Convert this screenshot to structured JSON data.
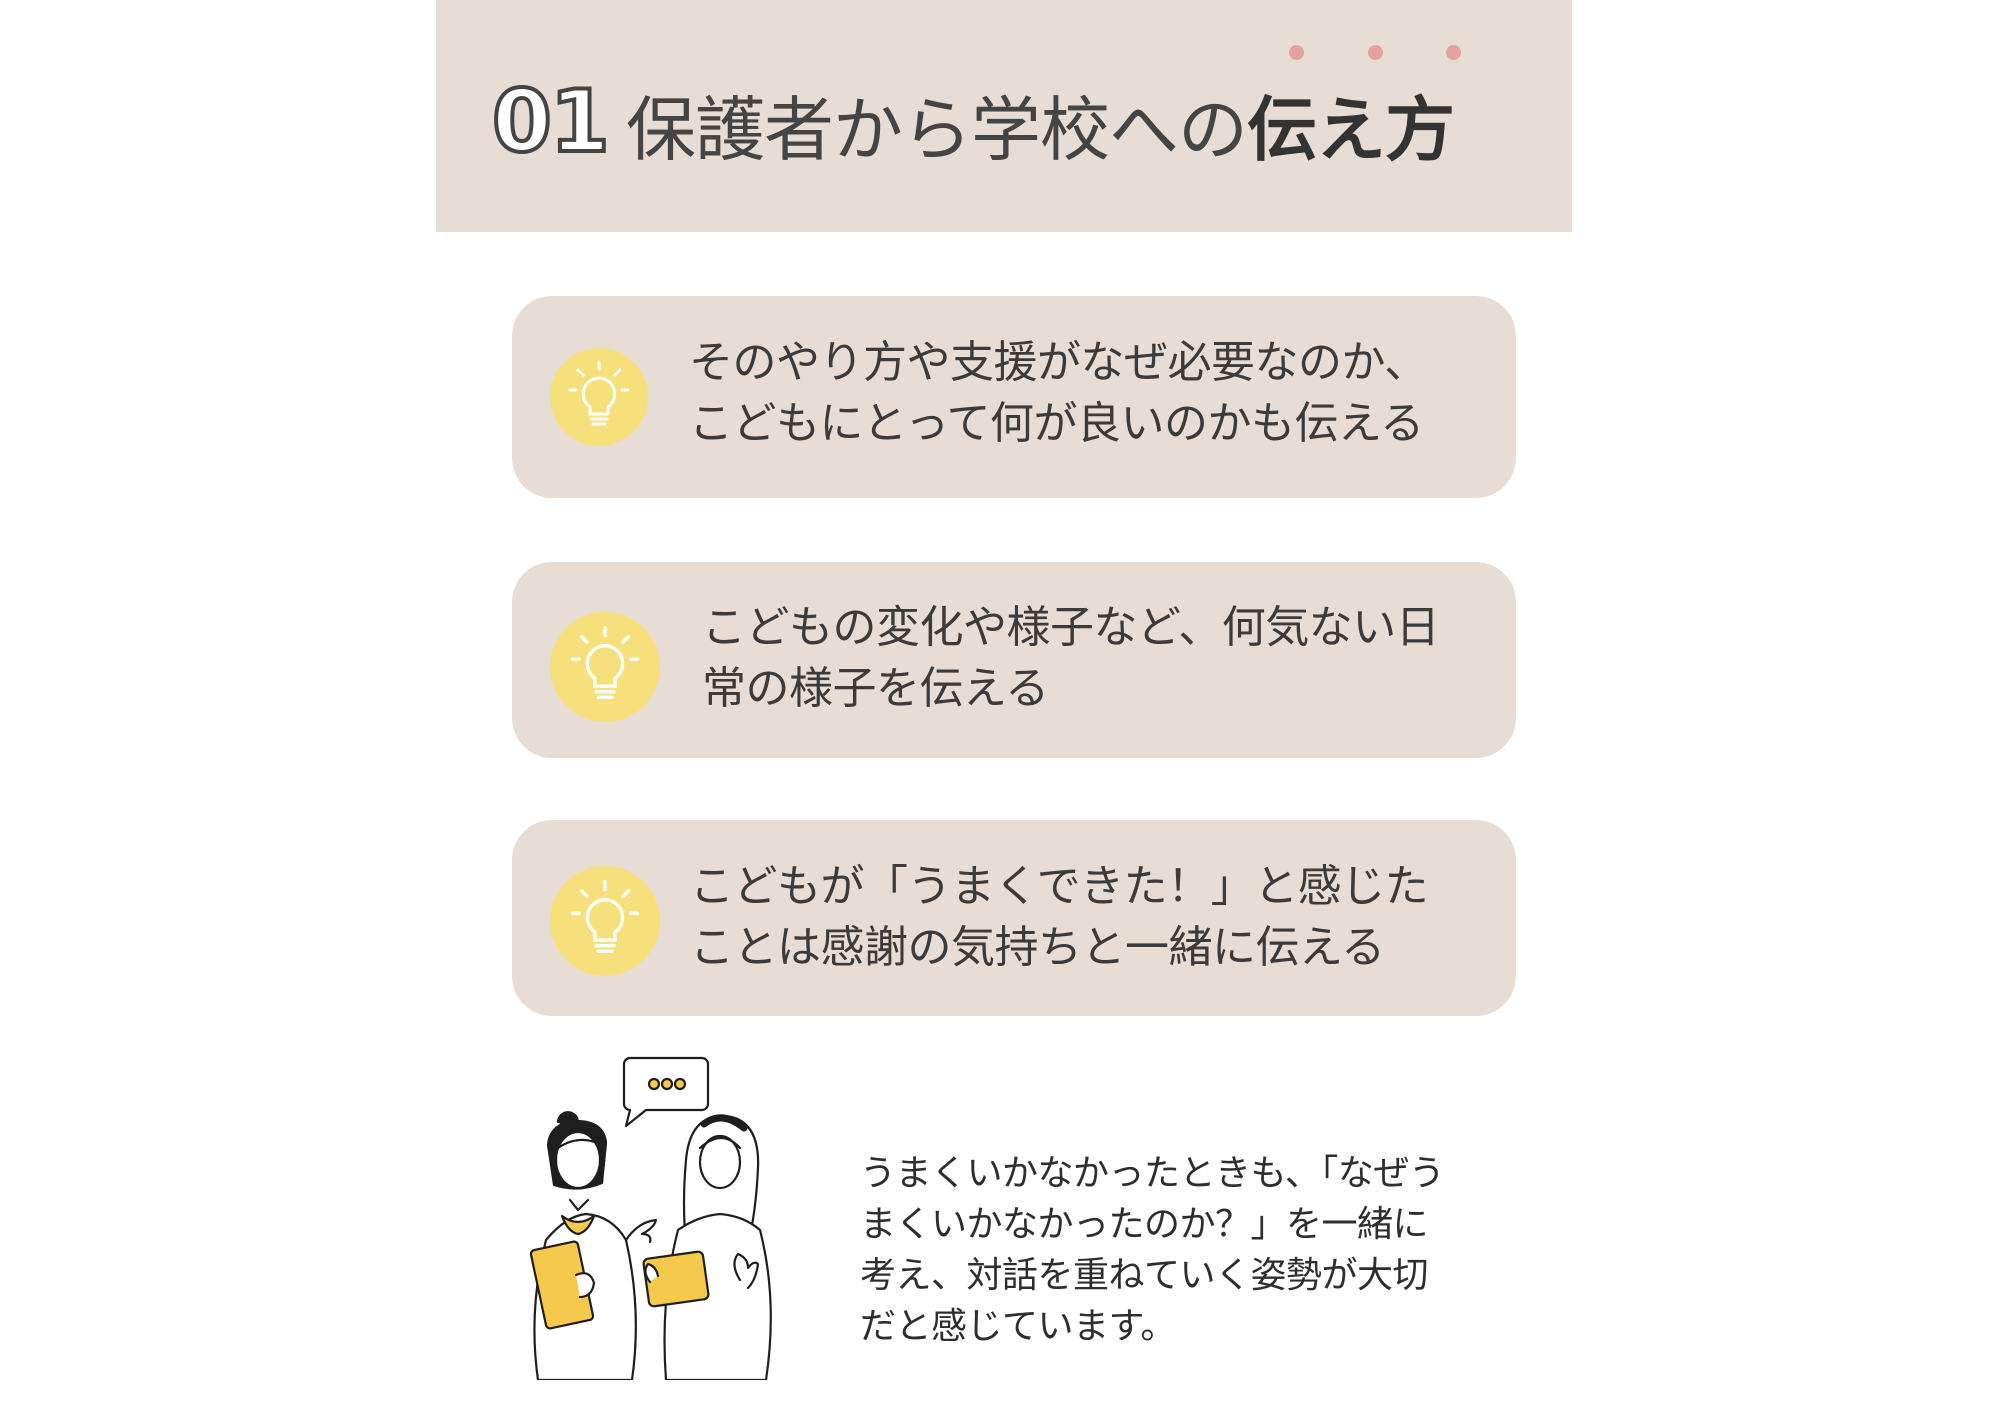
{
  "header": {
    "number": "01",
    "title_regular": "保護者から学校への",
    "title_bold": "伝え方",
    "accent_dot_color": "#e3a29f"
  },
  "cards": [
    {
      "icon": "lightbulb-icon",
      "text": "そのやり方や支援がなぜ必要なのか、\nこどもにとって何が良いのかも伝える"
    },
    {
      "icon": "lightbulb-icon",
      "text": "こどもの変化や様子など、何気ない日\n常の様子を伝える"
    },
    {
      "icon": "lightbulb-icon",
      "text": "こどもが「うまくできた！」と感じた\nことは感謝の気持ちと一緒に伝える"
    }
  ],
  "illustration": {
    "icon": "two-people-talking-illustration",
    "speech_bubble": "chat-bubble-icon"
  },
  "note": "うまくいかなかったときも、「なぜう\nまくいかなかったのか？」を一緒に\n考え、対話を重ねていく姿勢が大切\nだと感じています。",
  "colors": {
    "card_bg": "#e8ddd4",
    "bulb_bg": "#f5e07c",
    "accent_yellow": "#f5c94c"
  }
}
